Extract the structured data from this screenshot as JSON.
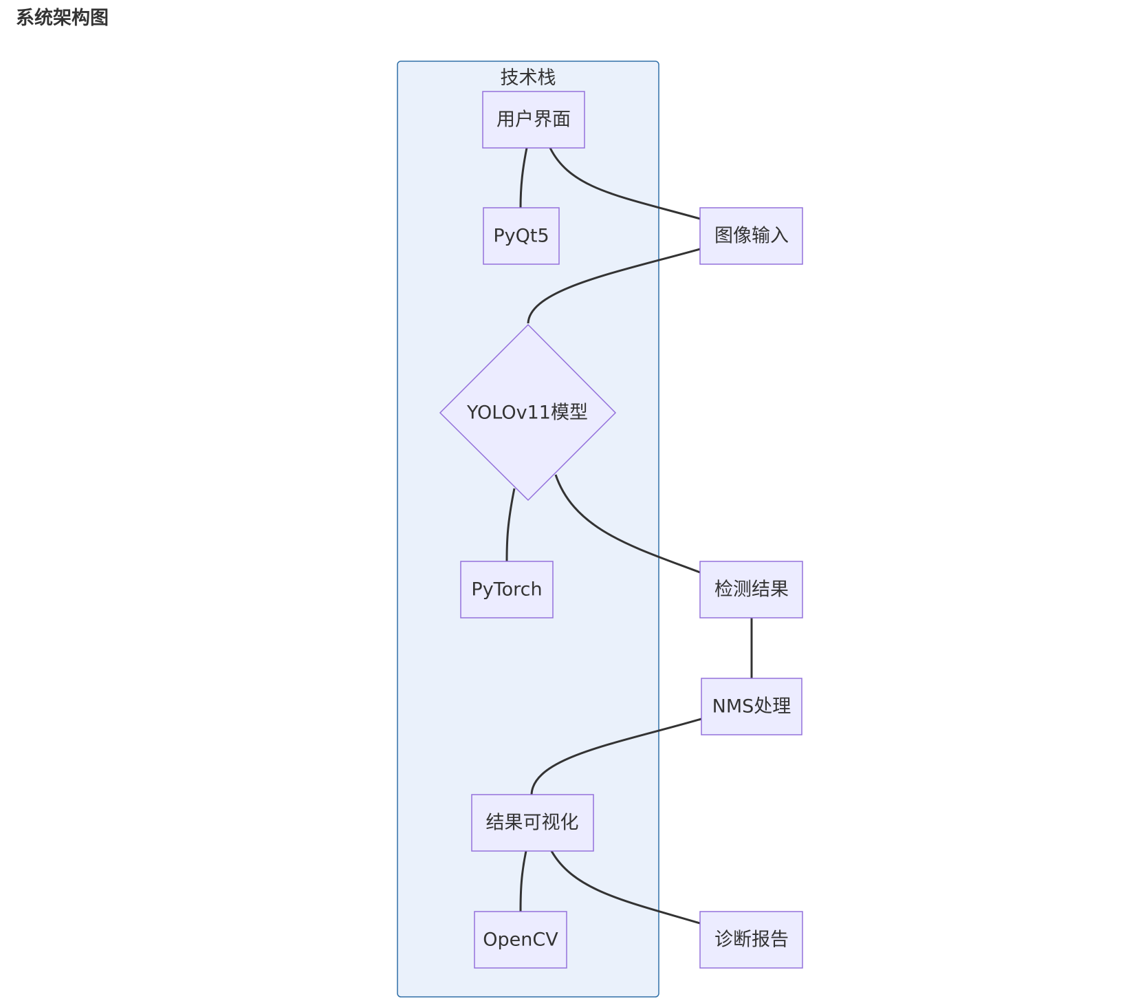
{
  "page": {
    "title": "系统架构图"
  },
  "diagram": {
    "cluster": {
      "label": "技术栈"
    },
    "nodes": {
      "ui": "用户界面",
      "pyqt": "PyQt5",
      "input": "图像输入",
      "yolo": "YOLOv11模型",
      "pytorch": "PyTorch",
      "detect": "检测结果",
      "nms": "NMS处理",
      "visual": "结果可视化",
      "opencv": "OpenCV",
      "report": "诊断报告"
    }
  },
  "colors": {
    "node_fill": "#ECECFF",
    "node_stroke": "#9370DB",
    "cluster_fill": "#EAF1FB",
    "cluster_stroke": "#2F6FA7",
    "edge": "#333333",
    "text": "#333333"
  }
}
